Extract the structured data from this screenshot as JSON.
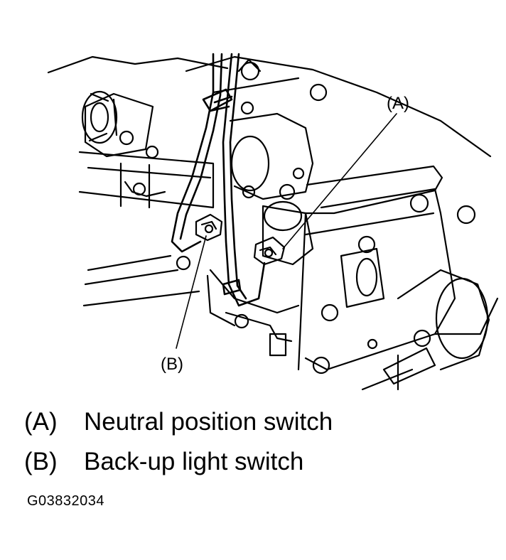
{
  "callouts": {
    "a": "(A)",
    "b": "(B)"
  },
  "legend": [
    {
      "key": "(A)",
      "text": "Neutral position switch"
    },
    {
      "key": "(B)",
      "text": "Back-up light switch"
    }
  ],
  "figure_code": "G03832034",
  "colors": {
    "ink": "#000000",
    "paper": "#ffffff"
  }
}
